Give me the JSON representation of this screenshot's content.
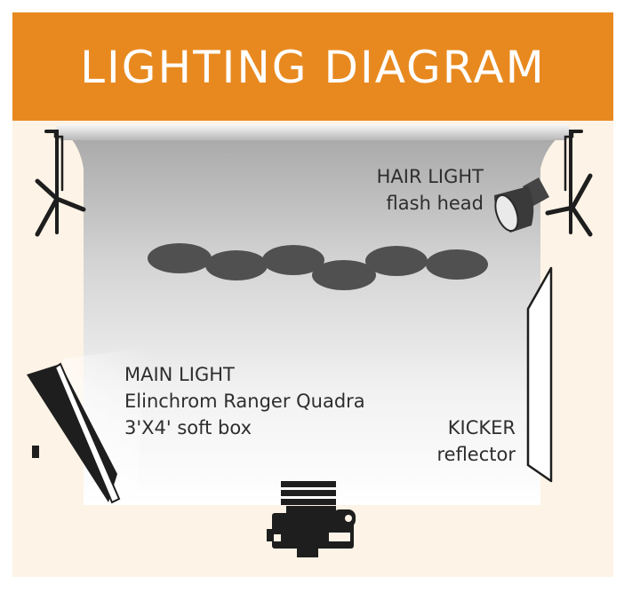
{
  "header": {
    "title": "LIGHTING DIAGRAM"
  },
  "labels": {
    "hair_light": {
      "title": "HAIR LIGHT",
      "detail": "flash head"
    },
    "main_light": {
      "title": "MAIN LIGHT",
      "line2": "Elinchrom Ranger Quadra",
      "line3": "3'X4' soft box"
    },
    "kicker": {
      "title": "KICKER",
      "detail": "reflector"
    }
  },
  "colors": {
    "header": "#e8891f",
    "background": "#fdf3e6",
    "equipment": "#1e1e1e",
    "subjects": "#505050"
  },
  "icons": [
    "backdrop-stand-icon",
    "flash-head-icon",
    "softbox-icon",
    "reflector-icon",
    "camera-icon"
  ]
}
